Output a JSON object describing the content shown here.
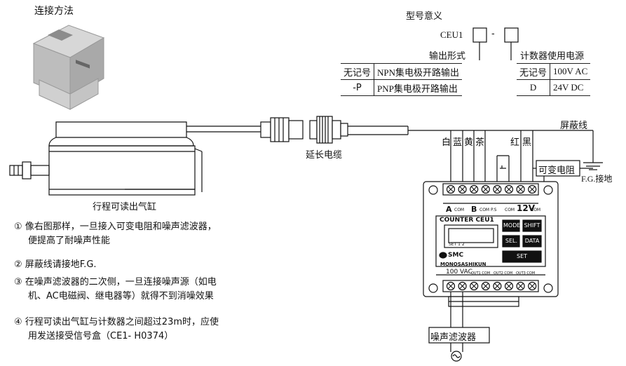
{
  "title": "连接方法",
  "model": {
    "heading": "型号意义",
    "code": "CEU1",
    "dash": "-",
    "output_label": "输出形式",
    "power_label": "计数器使用电源",
    "output_rows": [
      {
        "code": "无记号",
        "desc": "NPN集电极开路输出"
      },
      {
        "code": "-P",
        "desc": "PNP集电极开路输出"
      }
    ],
    "power_rows": [
      {
        "code": "无记号",
        "desc": "100V AC"
      },
      {
        "code": "D",
        "desc": "24V DC"
      }
    ]
  },
  "labels": {
    "cable": "延长电缆",
    "cylinder": "行程可读出气缸",
    "shield": "屏蔽线",
    "resistor": "可变电阻",
    "fg": "F.G.接地",
    "filter": "噪声滤波器",
    "wire_white": "白",
    "wire_blue": "蓝",
    "wire_yellow": "黄",
    "wire_brown": "茶",
    "wire_red": "红",
    "wire_black": "黑"
  },
  "counter": {
    "top_a": "A",
    "top_com": "COM",
    "top_b": "B",
    "top_compls": "COM P.S",
    "top_com2": "COM",
    "top_12v": "12V",
    "top_com3": "COM",
    "model": "COUNTER CEU1",
    "display_sub": "SET 1 2",
    "btn_mode": "MODE",
    "btn_shift": "SHIFT",
    "btn_sel": "SEL.",
    "btn_data": "DATA",
    "btn_set": "SET",
    "brand": "SMC",
    "maker": "MONOSASHIKUN",
    "bottom_100vac": "100 VAC",
    "bottom_out1": "OUT1 COM",
    "bottom_out2": "OUT2 COM",
    "bottom_out3": "OUT3 COM"
  },
  "notes": [
    {
      "num": "①",
      "lines": [
        "像右图那样，一旦接入可变电阻和噪声滤波器，",
        "便提高了耐噪声性能"
      ]
    },
    {
      "num": "②",
      "lines": [
        "屏蔽线请接地F.G."
      ]
    },
    {
      "num": "③",
      "lines": [
        "在噪声滤波器的二次侧，一旦连接噪声源（如电",
        "机、AC电磁阀、继电器等）就得不到消噪效果"
      ]
    },
    {
      "num": "④",
      "lines": [
        "行程可读出气缸与计数器之间超过23m时，应使",
        "用发送接受信号盒（CE1- H0374）"
      ]
    }
  ]
}
